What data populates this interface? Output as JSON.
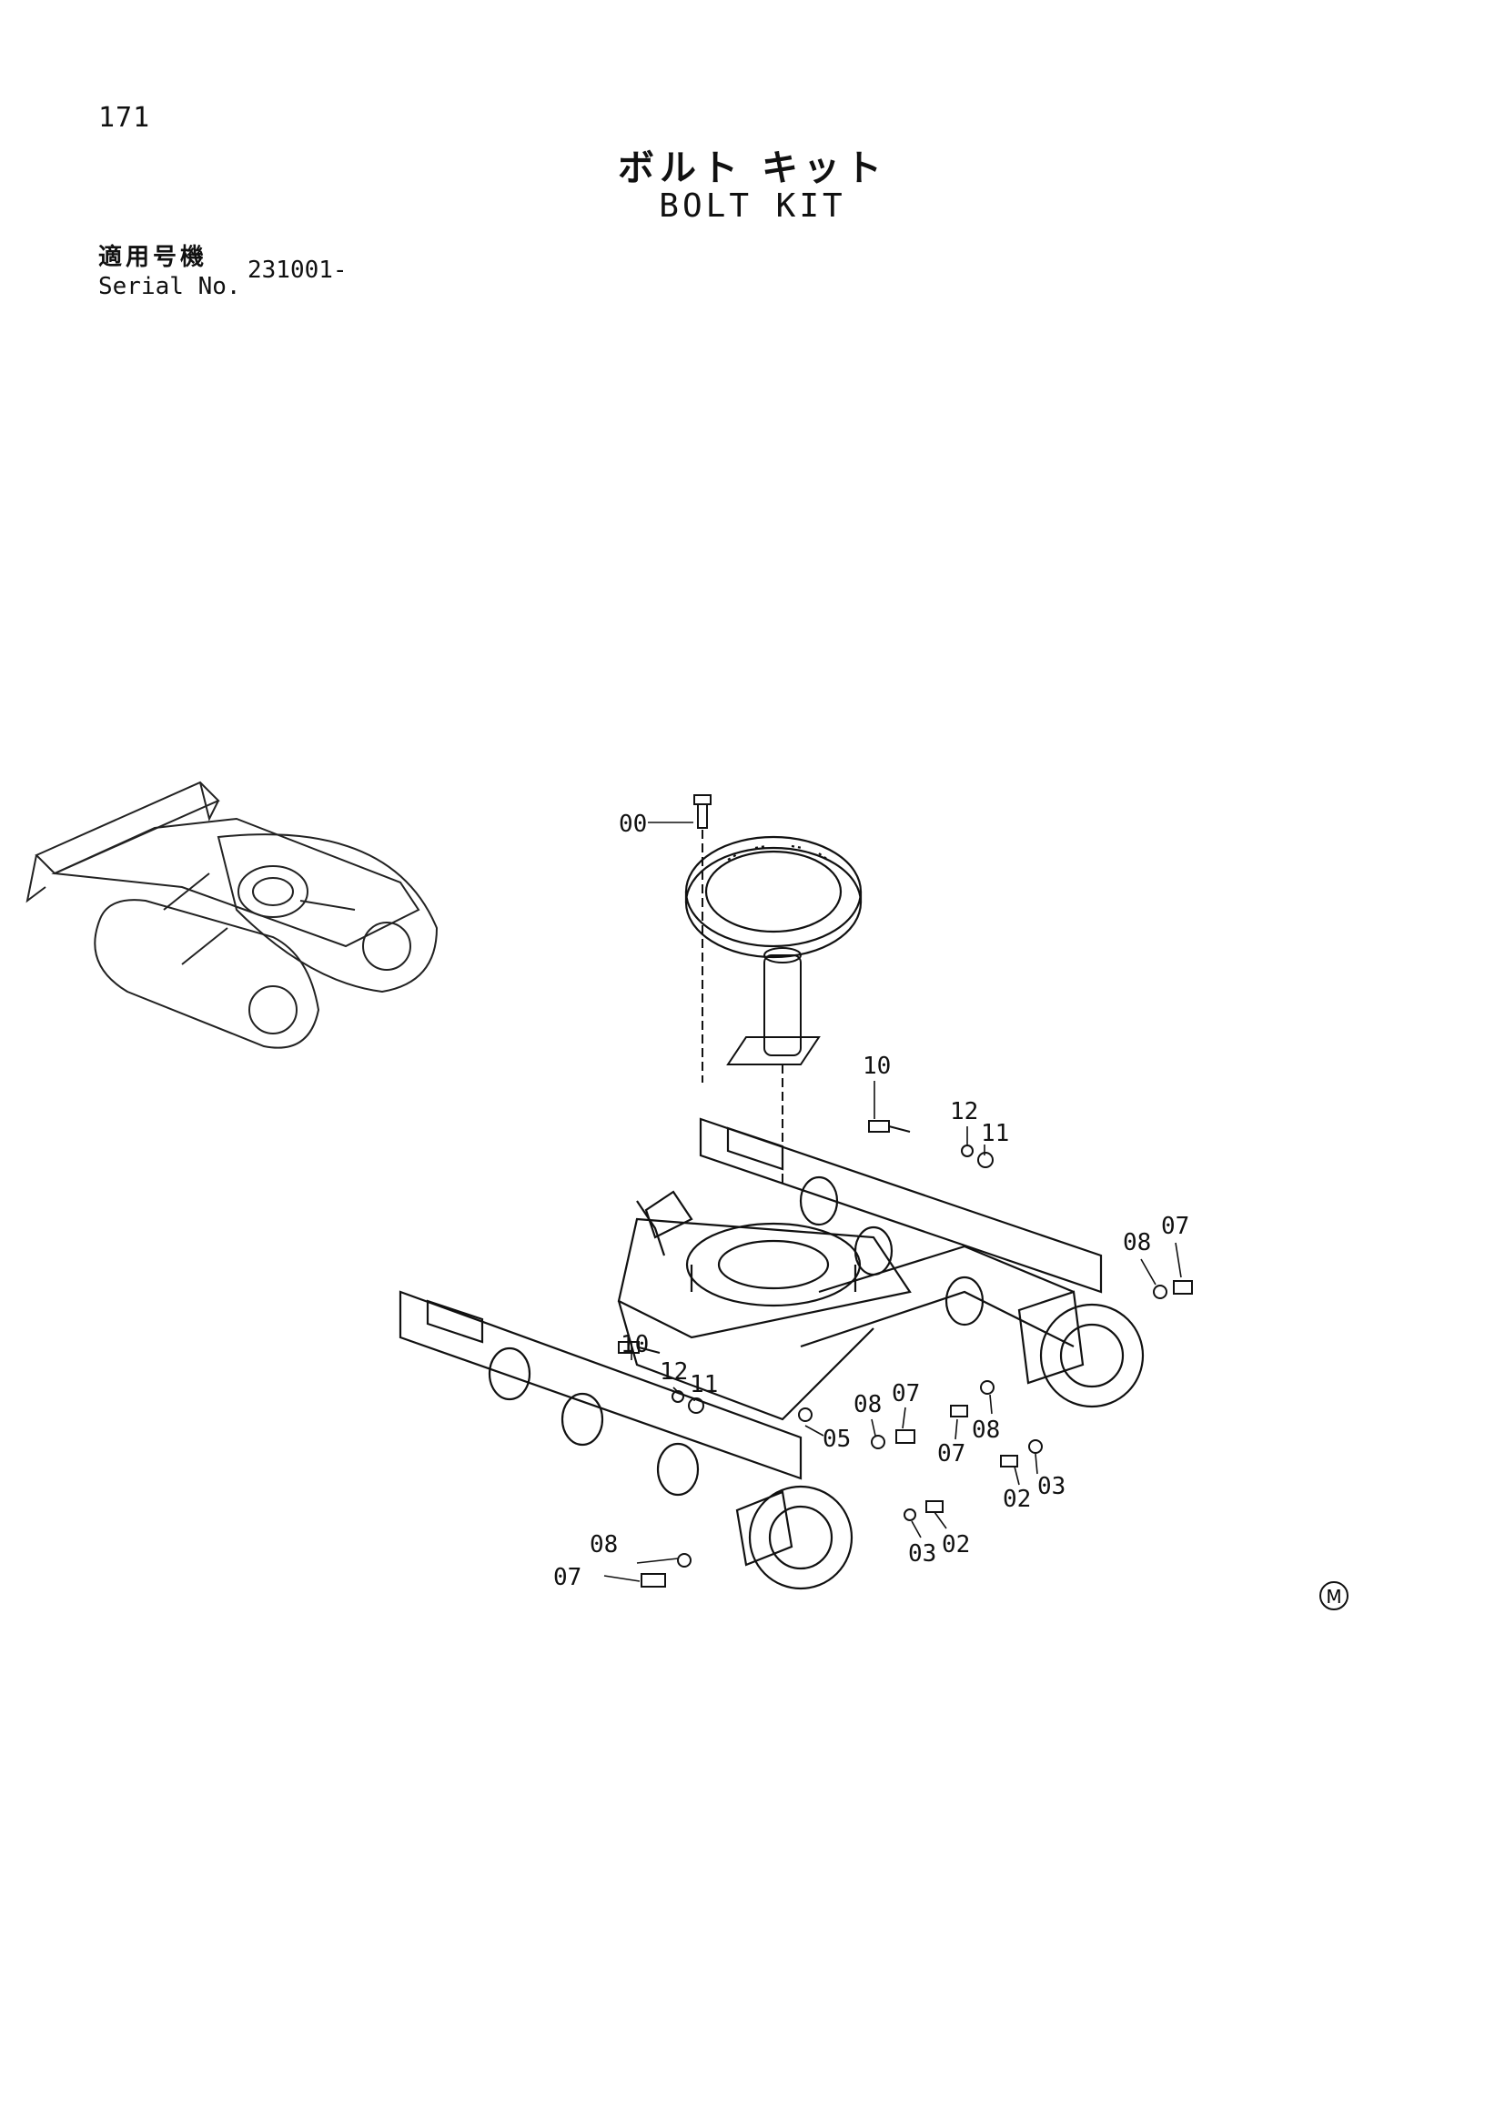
{
  "header": {
    "page_number": "171",
    "title_jp": "ボルト キット",
    "title_en": "BOLT KIT",
    "serial_label_jp": "適用号機",
    "serial_label_en": "Serial No.",
    "serial_value": "231001-"
  },
  "diagram": {
    "callouts": [
      "00",
      "10",
      "12",
      "11",
      "08",
      "07",
      "10",
      "12",
      "11",
      "08",
      "07",
      "05",
      "08",
      "07",
      "03",
      "02",
      "02",
      "03",
      "08",
      "07"
    ],
    "mark": "M"
  }
}
